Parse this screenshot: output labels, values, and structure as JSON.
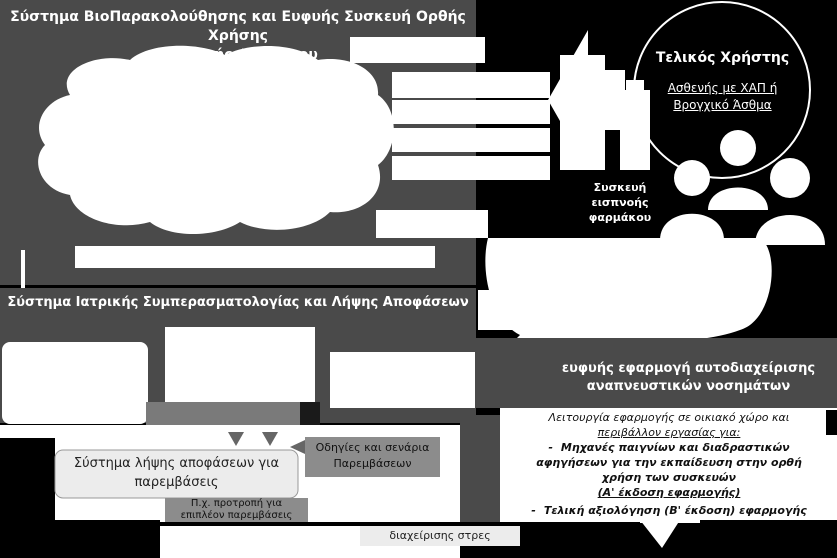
{
  "top_system": {
    "title_line1": "Σύστημα ΒιοΠαρακολούθησης και Ευφυής Συσκευή Ορθής Χρήσης",
    "title_line2": "Εισπνοής Φαρμάκου"
  },
  "end_user": {
    "title": "Τελικός Χρήστης",
    "subtitle_line1": "Ασθενής με ΧΑΠ ή",
    "subtitle_line2": "Βρογχικό Άσθμα"
  },
  "device": {
    "line1": "Συσκευή",
    "line2": "εισπνοής",
    "line3": "φαρμάκου"
  },
  "medical_system": {
    "title": "Σύστημα Ιατρικής Συμπερασματολογίας και Λήψης Αποφάσεων"
  },
  "app_panel": {
    "title_line1": "ευφυής εφαρμογή αυτοδιαχείρισης",
    "title_line2": "αναπνευστικών νοσημάτων",
    "intro_line1": "Λειτουργία εφαρμογής σε οικιακό χώρο και",
    "intro_line2": "περιβάλλον εργασίας για:",
    "bullet1_line1": "Μηχανές παιγνίων και διαδραστικών",
    "bullet1_line2": "αφηγήσεων  για την εκπαίδευση στην ορθή",
    "bullet1_line3": "χρήση των συσκευών",
    "bullet1_line4": "(Α' έκδοση εφαρμογής)",
    "bullet2": "Τελική αξιολόγηση (Β' έκδοση) εφαρμογής",
    "bullet_dash": "-"
  },
  "decision_box": {
    "line1": "Σύστημα λήψης αποφάσεων για",
    "line2": "παρεμβάσεις"
  },
  "guidelines_box": {
    "line1": "Οδηγίες και σενάρια",
    "line2": "Παρεμβάσεων"
  },
  "example_box": {
    "line1": "Π.χ. προτροπή για",
    "line2": "επιπλέον παρεμβάσεις"
  },
  "bottom_label": "διαχείρισης στρες",
  "colors": {
    "panel": "#4a4a4a",
    "background": "#000000",
    "box_light": "#ececec",
    "box_gray": "#8c8c8c"
  }
}
